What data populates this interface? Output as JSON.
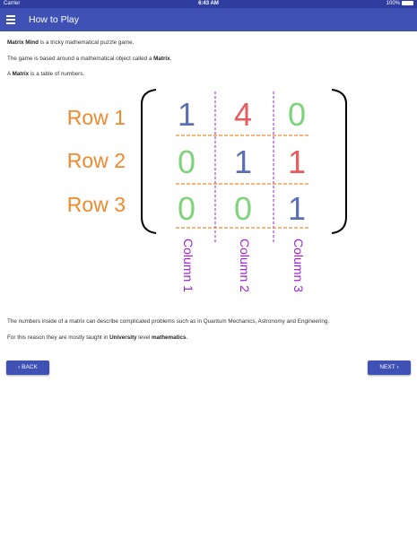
{
  "status_bar": {
    "carrier": "Carrier",
    "time": "6:43 AM",
    "battery": "100%"
  },
  "app_bar": {
    "title": "How to Play"
  },
  "intro": {
    "p1": {
      "a": "Matrix Mind",
      "b": " is a tricky mathematical puzzle game."
    },
    "p2": {
      "a": "The game is based around a mathematical object called a ",
      "b": "Matrix",
      "c": "."
    },
    "p3": {
      "a": "A ",
      "b": "Matrix",
      "c": " is a table of numbers."
    }
  },
  "matrix": {
    "rows": [
      "Row 1",
      "Row 2",
      "Row 3"
    ],
    "columns": [
      "Column 1",
      "Column 2",
      "Column 3"
    ],
    "cells": [
      [
        "1",
        "4",
        "0"
      ],
      [
        "0",
        "1",
        "1"
      ],
      [
        "0",
        "0",
        "1"
      ]
    ],
    "colors": {
      "row_label": "#f0892c",
      "column_label": "#a21fd6",
      "blue": "#5b6fb5",
      "red": "#e65b5e",
      "green": "#7fd37a",
      "bracket": "#000000"
    }
  },
  "body": {
    "p4": "The numbers inside of a matrix can describe complicated problems such as in Quantum Mechanics, Astronomy and Engineering.",
    "p5": {
      "a": "For this reason they are mostly taught in ",
      "b": "University",
      "c": " level ",
      "d": "mathematics",
      "e": "."
    }
  },
  "nav": {
    "back": "BACK",
    "next": "NEXT"
  }
}
